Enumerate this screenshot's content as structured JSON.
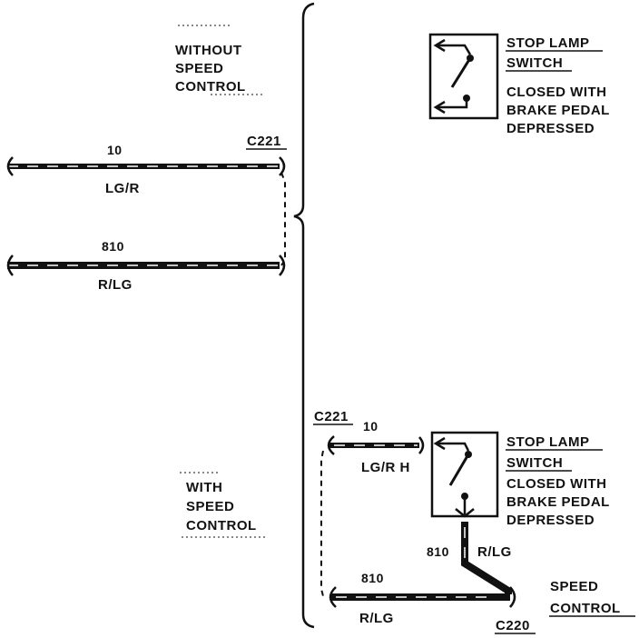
{
  "top_section": {
    "title_lines": [
      "WITHOUT",
      "SPEED",
      "CONTROL"
    ],
    "switch": {
      "title_lines": [
        "STOP LAMP",
        "SWITCH"
      ],
      "desc_lines": [
        "CLOSED WITH",
        "BRAKE PEDAL",
        "DEPRESSED"
      ]
    },
    "connector": "C221",
    "wire1": {
      "circuit": "10",
      "color": "LG/R"
    },
    "wire2": {
      "circuit": "810",
      "color": "R/LG"
    }
  },
  "bottom_section": {
    "title_lines": [
      "WITH",
      "SPEED",
      "CONTROL"
    ],
    "switch": {
      "title_lines": [
        "STOP LAMP",
        "SWITCH"
      ],
      "desc_lines": [
        "CLOSED WITH",
        "BRAKE PEDAL",
        "DEPRESSED"
      ]
    },
    "connector_top": "C221",
    "wire1": {
      "circuit": "10",
      "color": "LG/R H"
    },
    "wire_drop": {
      "circuit": "810",
      "color": "R/LG"
    },
    "wire2": {
      "circuit": "810",
      "color": "R/LG"
    },
    "module_lines": [
      "SPEED",
      "CONTROL"
    ],
    "connector_bottom": "C220"
  }
}
